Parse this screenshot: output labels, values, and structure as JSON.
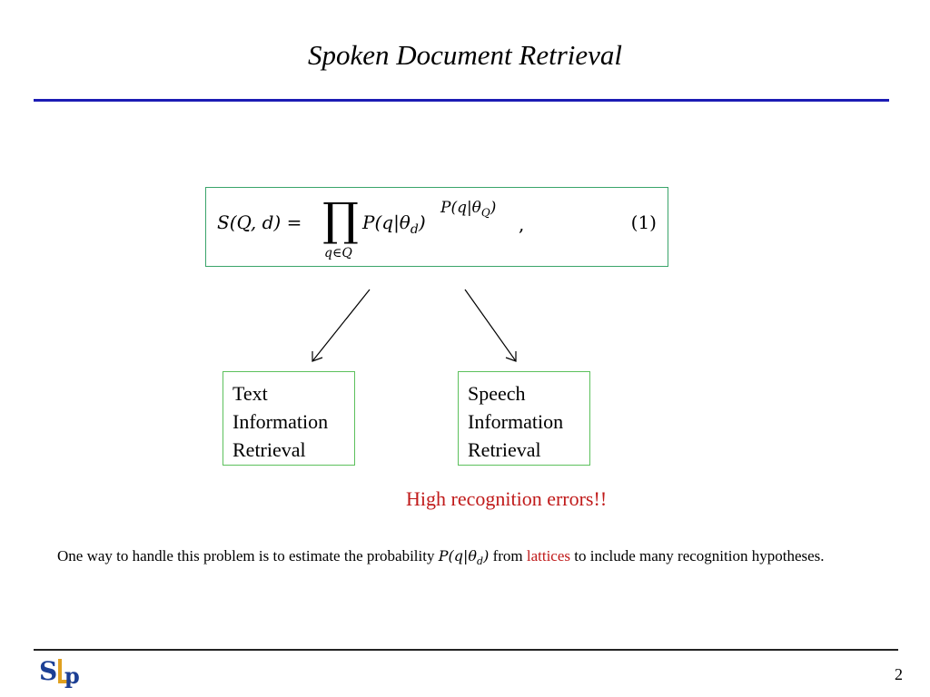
{
  "slide": {
    "title": "Spoken Document Retrieval",
    "page_number": "2"
  },
  "equation": {
    "lhs": "S(Q, d) =",
    "product_symbol": "∏",
    "product_subscript": "q∈Q",
    "term": "P(q|θ",
    "term_sub": "d",
    "term_close": ")",
    "exponent": "P(q|θ",
    "exponent_sub": "Q",
    "exponent_close": ")",
    "comma": ",",
    "number": "(1)"
  },
  "boxes": {
    "text_ir": [
      "Text",
      "Information",
      "Retrieval"
    ],
    "speech_ir": [
      "Speech",
      "Information",
      "Retrieval"
    ]
  },
  "errors_note": "High recognition errors!!",
  "note": {
    "before": "One way to handle this problem is to estimate the probability ",
    "prob": "P(q|θ",
    "prob_sub": "d",
    "prob_close": ")",
    "middle": " from ",
    "highlight": "lattices",
    "after": " to include many recognition hypotheses."
  },
  "logo": {
    "text": "SLP",
    "colors": {
      "s": "#1c3f94",
      "l": "#e0a020",
      "p": "#1c3f94"
    }
  },
  "colors": {
    "title_rule": "#1c1cb4",
    "equation_border": "#3aa46a",
    "box_border": "#5cc05c",
    "highlight_red": "#c01a1a"
  }
}
